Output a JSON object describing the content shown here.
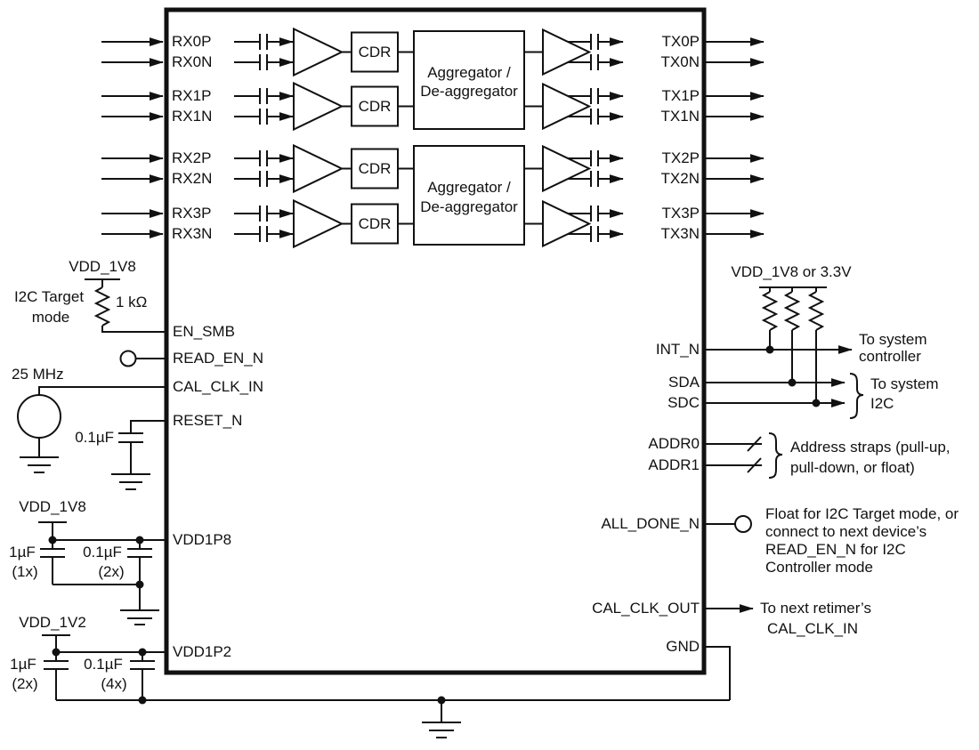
{
  "colors": {
    "line": "#111111",
    "background": "#ffffff"
  },
  "chip": {
    "rx_pins": [
      "RX0P",
      "RX0N",
      "RX1P",
      "RX1N",
      "RX2P",
      "RX2N",
      "RX3P",
      "RX3N"
    ],
    "tx_pins": [
      "TX0P",
      "TX0N",
      "TX1P",
      "TX1N",
      "TX2P",
      "TX2N",
      "TX3P",
      "TX3N"
    ],
    "left_pins": [
      "EN_SMB",
      "READ_EN_N",
      "CAL_CLK_IN",
      "RESET_N",
      "VDD1P8",
      "VDD1P2"
    ],
    "right_pins": [
      "INT_N",
      "SDA",
      "SDC",
      "ADDR0",
      "ADDR1",
      "ALL_DONE_N",
      "CAL_CLK_OUT",
      "GND"
    ],
    "cdr": "CDR",
    "agg1": "Aggregator /",
    "agg2": "De-aggregator"
  },
  "left": {
    "rail_top": "VDD_1V8",
    "i2c_mode1": "I2C Target",
    "i2c_mode2": "mode",
    "r_value": "1 kΩ",
    "clock": "25 MHz",
    "reset_cap": "0.1µF",
    "vdd1p8_rail": "VDD_1V8",
    "vdd1p8_c1": "1µF",
    "vdd1p8_c1n": "(1x)",
    "vdd1p8_c2": "0.1µF",
    "vdd1p8_c2n": "(2x)",
    "vdd1p2_rail": "VDD_1V2",
    "vdd1p2_c1": "1µF",
    "vdd1p2_c1n": "(2x)",
    "vdd1p2_c2": "0.1µF",
    "vdd1p2_c2n": "(4x)"
  },
  "right": {
    "rail": "VDD_1V8 or 3.3V",
    "sys1": "To system",
    "sys2": "controller",
    "i2c1": "To system",
    "i2c2": "I2C",
    "addr1": "Address straps (pull-up,",
    "addr2": "pull-down, or float)",
    "done1": "Float for I2C Target mode, or",
    "done2": "connect to next device’s",
    "done3": "READ_EN_N for I2C",
    "done4": "Controller mode",
    "cal1": "To next retimer’s",
    "cal2": "CAL_CLK_IN"
  }
}
